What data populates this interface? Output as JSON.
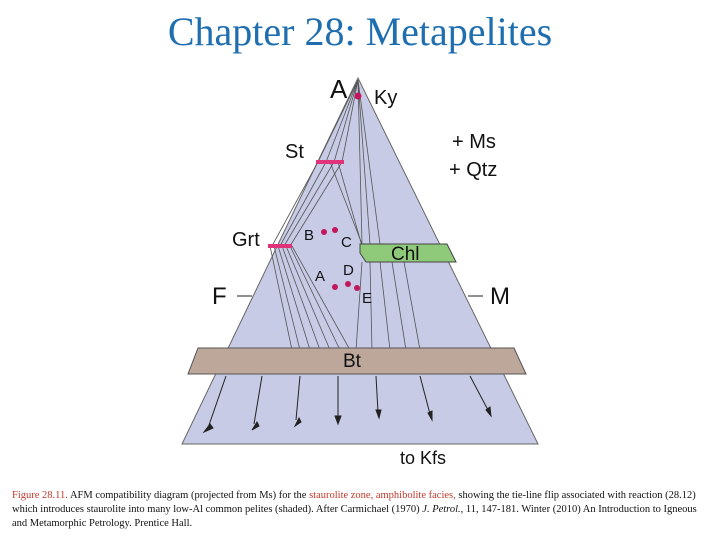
{
  "title": "Chapter 28: Metapelites",
  "diagram": {
    "apex_labels": {
      "A": "A",
      "F": "F",
      "M": "M"
    },
    "phase_labels": {
      "ky": "Ky",
      "st": "St",
      "grt": "Grt",
      "chl": "Chl",
      "bt": "Bt",
      "to_kfs": "to Kfs",
      "plus_ms": "+ Ms",
      "plus_qtz": "+ Qtz"
    },
    "point_labels": [
      "A",
      "B",
      "C",
      "D",
      "E"
    ],
    "colors": {
      "triangle_fill": "#c8cbe6",
      "bt_band": "#bda79b",
      "chl_fill": "#8fc97a",
      "points": "#c2185b"
    }
  },
  "caption": {
    "fig_label": "Figure 28.11.",
    "text_1": " AFM compatibility diagram (projected from Ms) for the ",
    "highlight": "staurolite zone, amphibolite facies,",
    "text_2": " showing the tie-line flip associated with reaction (28.12) which introduces staurolite into many low-Al common pelites (shaded). After Carmichael (1970) ",
    "journal": "J. Petrol.",
    "text_3": ", 11, 147-181. Winter (2010) An Introduction to Igneous and Metamorphic Petrology. Prentice Hall."
  }
}
